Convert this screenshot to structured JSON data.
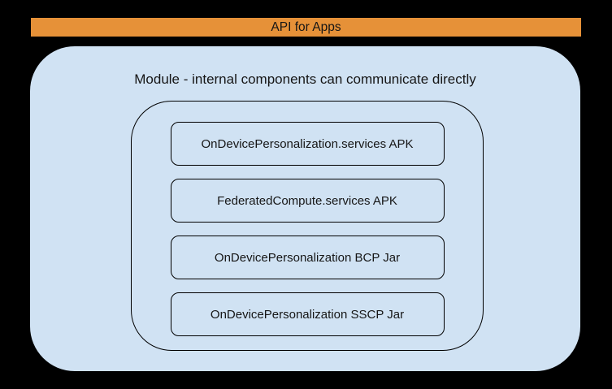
{
  "colors": {
    "background": "#000000",
    "banner_fill": "#E69138",
    "module_fill": "#D0E2F3",
    "outline": "#000000",
    "text": "#161616"
  },
  "banner": {
    "label": "API for Apps"
  },
  "module": {
    "title": "Module - internal components can communicate directly",
    "components": [
      {
        "label": "OnDevicePersonalization.services APK"
      },
      {
        "label": "FederatedCompute.services APK"
      },
      {
        "label": "OnDevicePersonalization BCP Jar"
      },
      {
        "label": "OnDevicePersonalization SSCP Jar"
      }
    ]
  }
}
